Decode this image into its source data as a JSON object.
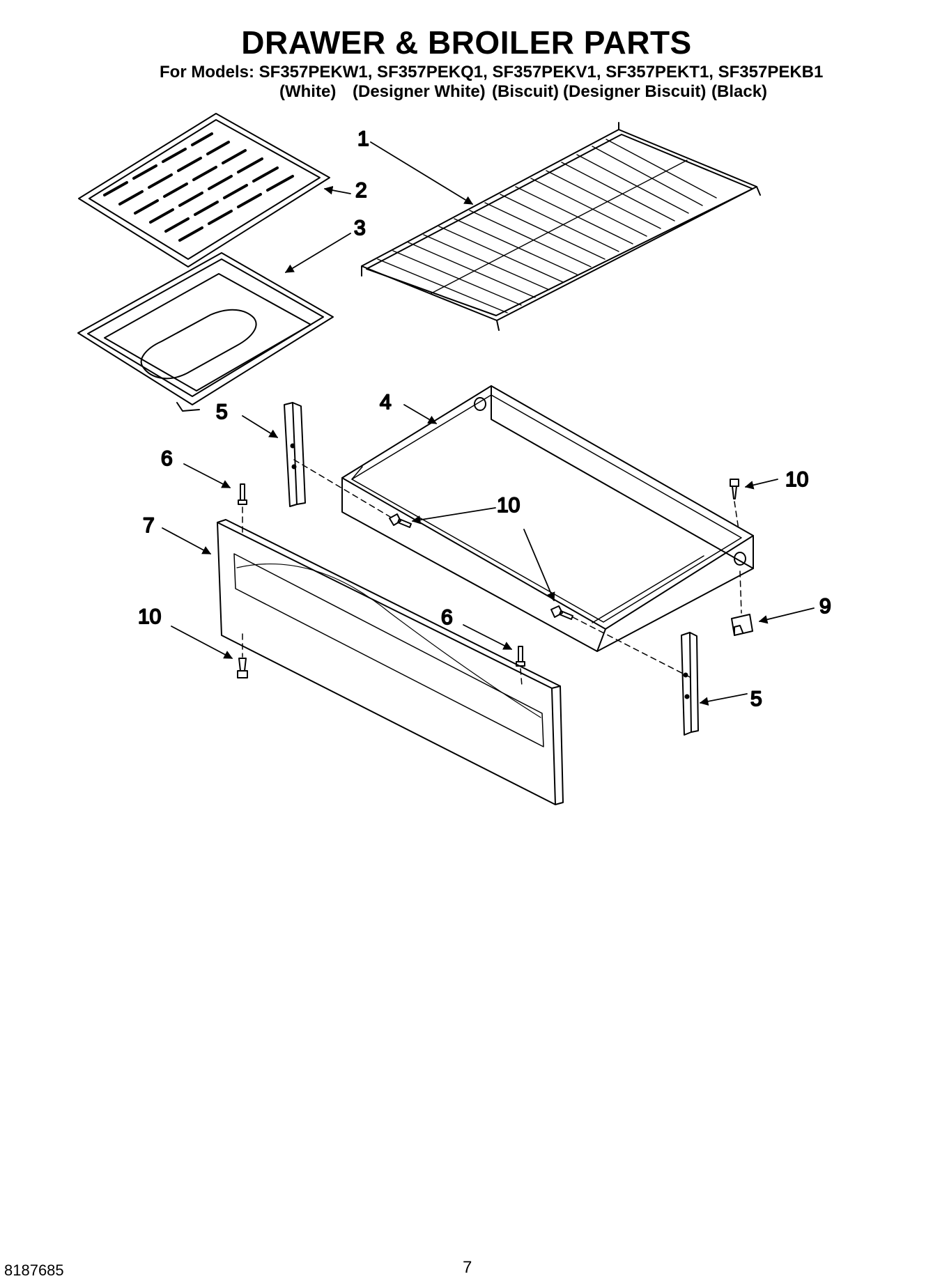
{
  "header": {
    "title": "DRAWER & BROILER PARTS",
    "models": "For Models: SF357PEKW1, SF357PEKQ1, SF357PEKV1, SF357PEKT1, SF357PEKB1",
    "colors": [
      "(White)",
      "(Designer White)",
      "(Biscuit)",
      "(Designer Biscuit)",
      "(Black)"
    ]
  },
  "callouts": {
    "c1": "1",
    "c2": "2",
    "c3": "3",
    "c4": "4",
    "c5a": "5",
    "c5b": "5",
    "c6a": "6",
    "c6b": "6",
    "c7": "7",
    "c9": "9",
    "c10a": "10",
    "c10b": "10",
    "c10c": "10"
  },
  "footer": {
    "doc_number": "8187685",
    "page_number": "7"
  }
}
